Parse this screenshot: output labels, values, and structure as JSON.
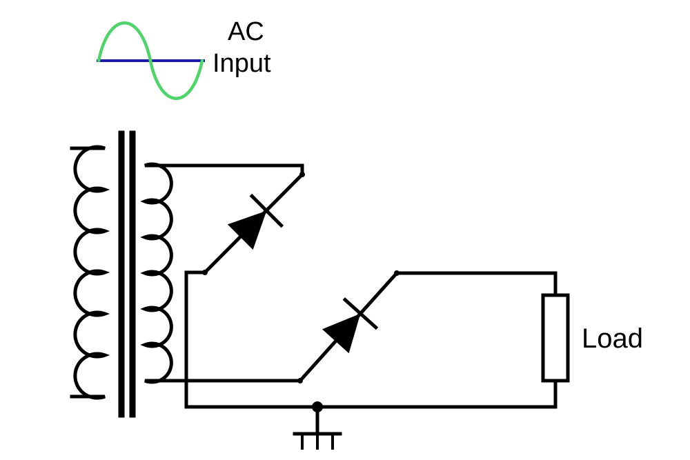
{
  "labels": {
    "ac_line1": "AC",
    "ac_line2": "Input",
    "load": "Load"
  },
  "colors": {
    "wire": "#000000",
    "sine_wave": "#4ed469",
    "zero_axis": "#1b1ba8",
    "background": "#ffffff"
  },
  "components": [
    "ac-input-sine-wave",
    "transformer-primary-winding",
    "transformer-core",
    "transformer-secondary-winding",
    "diode-1",
    "diode-2",
    "load-resistor",
    "chassis-ground"
  ]
}
